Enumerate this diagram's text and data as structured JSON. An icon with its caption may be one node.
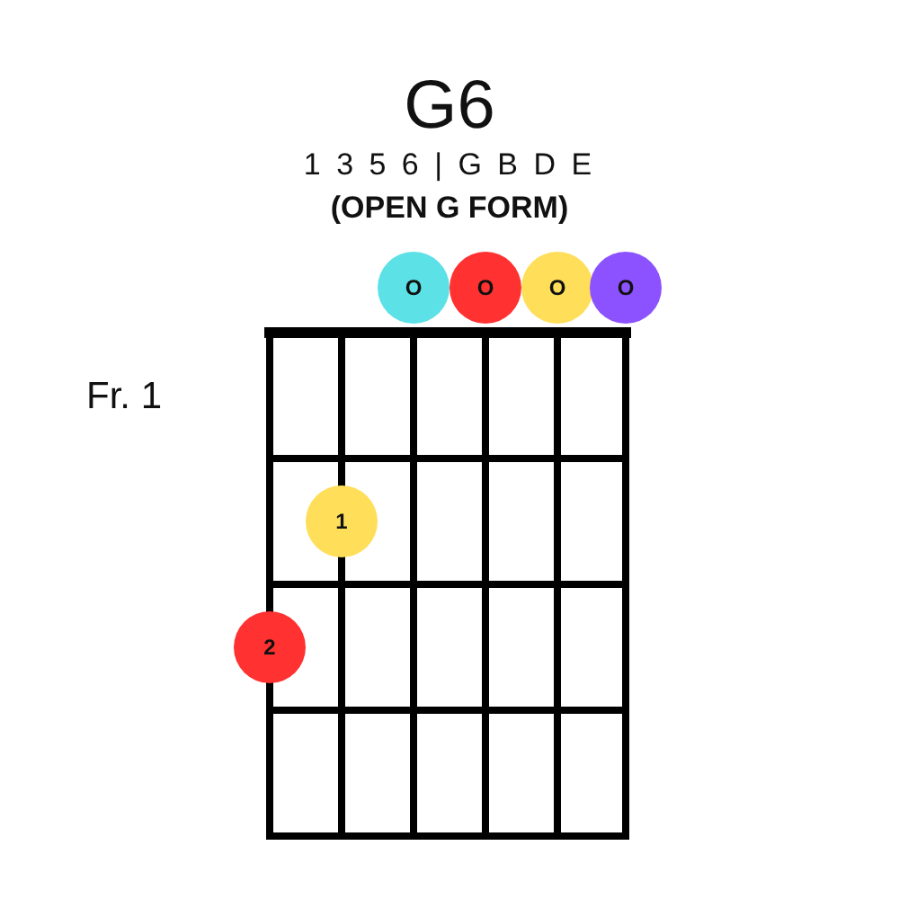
{
  "diagram": {
    "title": "G6",
    "nodes": [
      {
        "text": [
          "O"
        ]
      },
      {
        "text": [
          "O"
        ]
      },
      {
        "text": [
          "O"
        ]
      },
      {
        "text": [
          "O"
        ]
      },
      {
        "text": [
          "1"
        ]
      },
      {
        "text": [
          "2"
        ]
      }
    ],
    "labels": [
      "1 3 5 6 | G B D E",
      "(OPEN G FORM)",
      "Fr. 1"
    ]
  }
}
